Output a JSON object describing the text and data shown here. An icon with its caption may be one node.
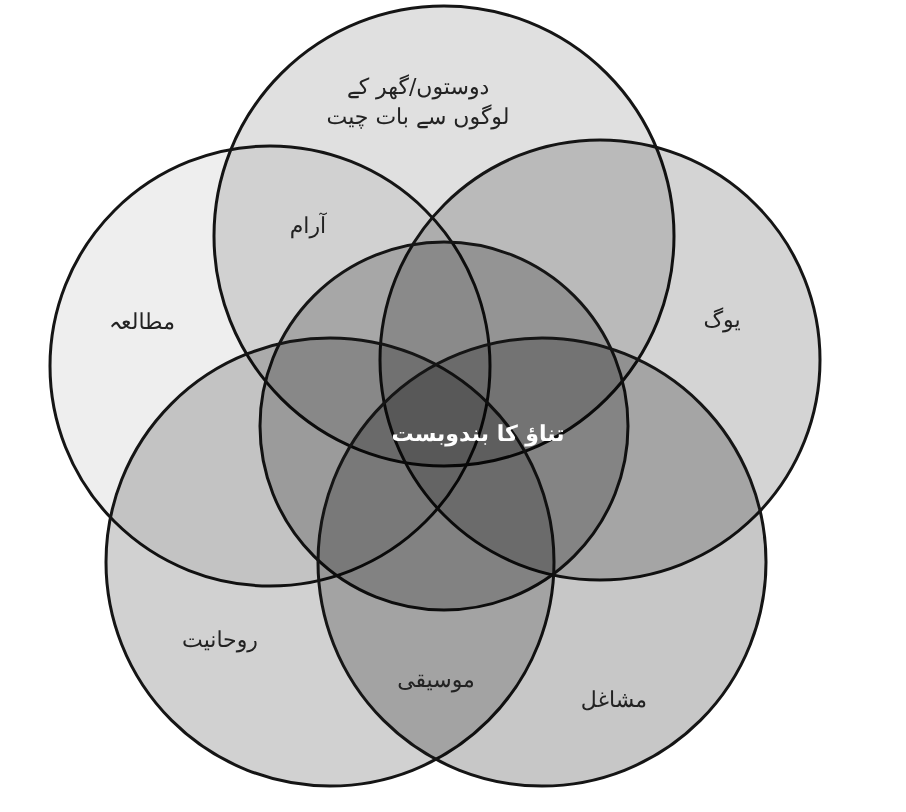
{
  "diagram": {
    "nodes": [
      {
        "text": [
          "دوستوں/گھر کے لوگوں سے بات چیت"
        ]
      },
      {
        "text": [
          "مطالعہ"
        ]
      },
      {
        "text": [
          "یوگ"
        ]
      },
      {
        "text": [
          "تناؤ کا بندوبست"
        ]
      },
      {
        "text": [
          "روحانیت"
        ]
      },
      {
        "text": [
          "مشاغل"
        ]
      }
    ],
    "labels": [
      "آرام",
      "موسیقی"
    ]
  }
}
